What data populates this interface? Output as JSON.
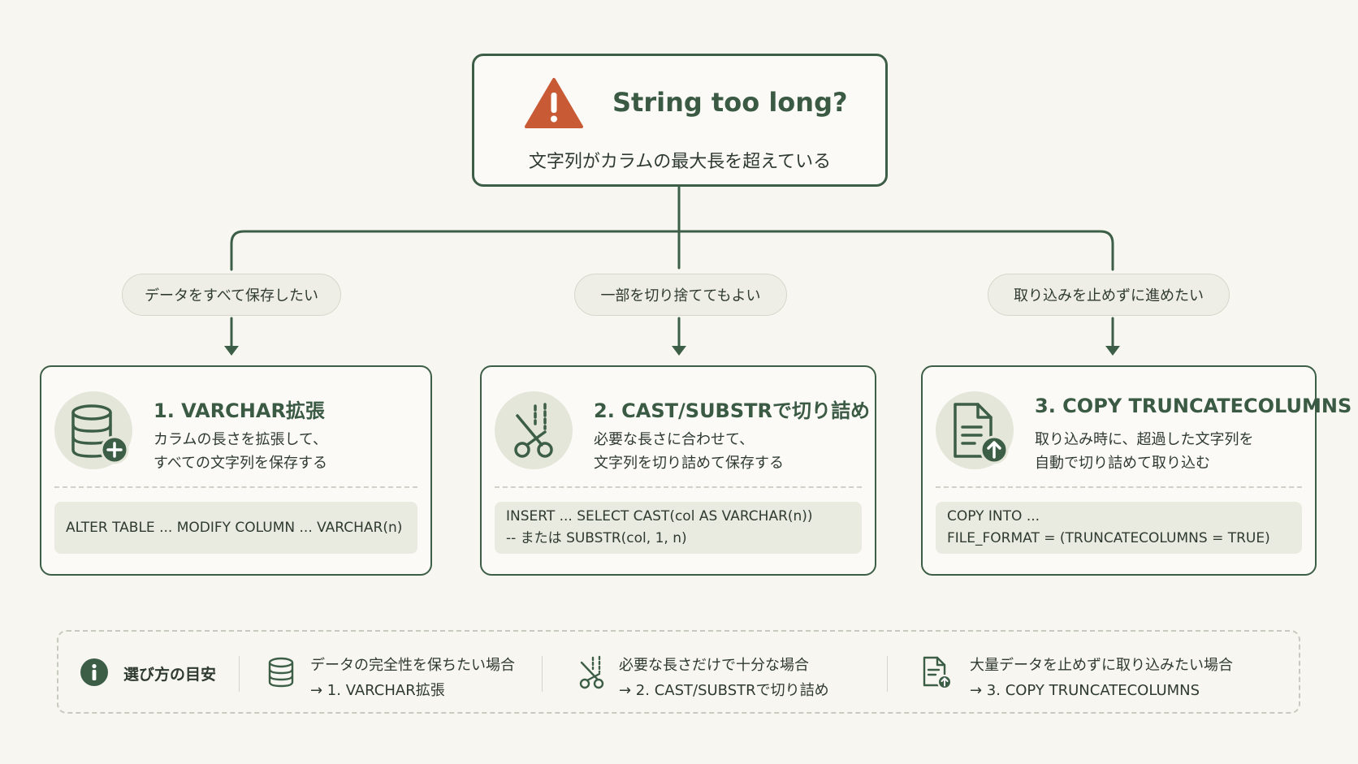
{
  "question": {
    "icon": "warning-icon",
    "title": "String too long?",
    "subtitle": "文字列がカラムの最大長を超えている"
  },
  "conditions": [
    "データをすべて保存したい",
    "一部を切り捨ててもよい",
    "取り込みを止めずに進めたい"
  ],
  "options": [
    {
      "icon": "database-plus-icon",
      "title": "1. VARCHAR拡張",
      "desc": [
        "カラムの長さを拡張して、",
        "すべての文字列を保存する"
      ],
      "code": [
        "ALTER TABLE ... MODIFY COLUMN ... VARCHAR(n)"
      ]
    },
    {
      "icon": "scissors-icon",
      "title": "2. CAST/SUBSTRで切り詰め",
      "desc": [
        "必要な長さに合わせて、",
        "文字列を切り詰めて保存する"
      ],
      "code": [
        "INSERT ... SELECT CAST(col AS VARCHAR(n))",
        "-- または SUBSTR(col, 1, n)"
      ]
    },
    {
      "icon": "file-upload-icon",
      "title": "3. COPY TRUNCATECOLUMNS",
      "desc": [
        "取り込み時に、超過した文字列を",
        "自動で切り詰めて取り込む"
      ],
      "code": [
        "COPY INTO ...",
        "FILE_FORMAT = (TRUNCATECOLUMNS = TRUE)"
      ]
    }
  ],
  "legend": {
    "icon": "info-icon",
    "label": "選び方の目安",
    "items": [
      {
        "icon": "database-icon",
        "line1": "データの完全性を保ちたい場合",
        "line2": "→ 1. VARCHAR拡張"
      },
      {
        "icon": "scissors-icon",
        "line1": "必要な長さだけで十分な場合",
        "line2": "→ 2. CAST/SUBSTRで切り詰め"
      },
      {
        "icon": "file-upload-icon",
        "line1": "大量データを止めずに取り込みたい場合",
        "line2": "→ 3. COPY TRUNCATECOLUMNS"
      }
    ]
  },
  "colors": {
    "background": "#f8f6f1",
    "accent": "#3d5e46",
    "warning": "#c95a36",
    "pill": "#eeeee6",
    "code_bg": "#e9ebe0"
  }
}
